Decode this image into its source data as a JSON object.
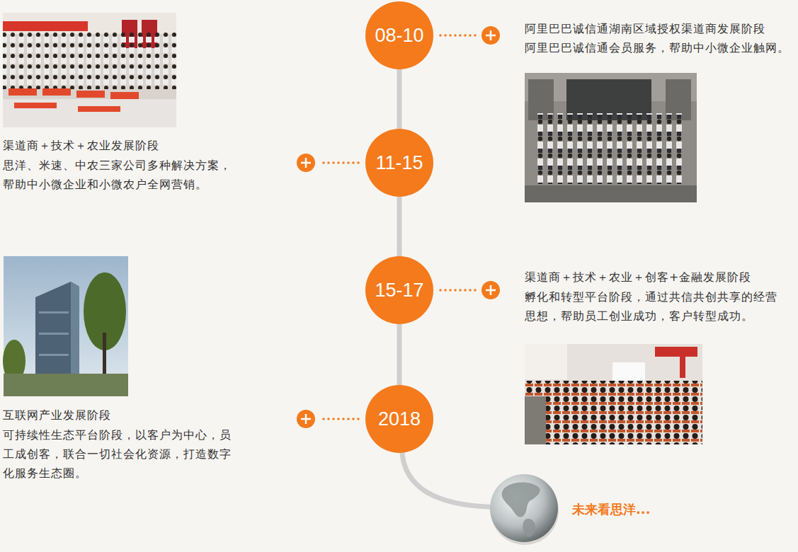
{
  "diagram": {
    "nodes": [
      {
        "text": [
          "08-10"
        ]
      },
      {
        "text": [
          "11-15"
        ]
      },
      {
        "text": [
          "15-17"
        ]
      },
      {
        "text": [
          "2018"
        ]
      },
      {
        "text": [
          "未来看思洋..."
        ]
      }
    ],
    "edges": [
      {
        "from": 0,
        "to": 1,
        "arrow": "none"
      },
      {
        "from": 1,
        "to": 2,
        "arrow": "none"
      },
      {
        "from": 2,
        "to": 3,
        "arrow": "none"
      },
      {
        "from": 3,
        "to": 4,
        "arrow": "none"
      }
    ],
    "labels": [
      "阿里巴巴诚信通湖南区域授权渠道商发展阶段",
      "阿里巴巴诚信通会员服务，帮助中小微企业触网。",
      "渠道商＋技术＋农业发展阶段",
      "思洋、米速、中农三家公司多种解决方案，帮助中小微企业和小微农户全网营销。",
      "渠道商＋技术＋农业＋创客+金融发展阶段",
      "孵化和转型平台阶段，通过共信共创共享的经营思想，帮助员工创业成功，客户转型成功。",
      "互联网产业发展阶段",
      "可持续性生态平台阶段，以客户为中心，员工成创客，联合一切社会化资源，打造数字化服务生态圈。"
    ]
  }
}
